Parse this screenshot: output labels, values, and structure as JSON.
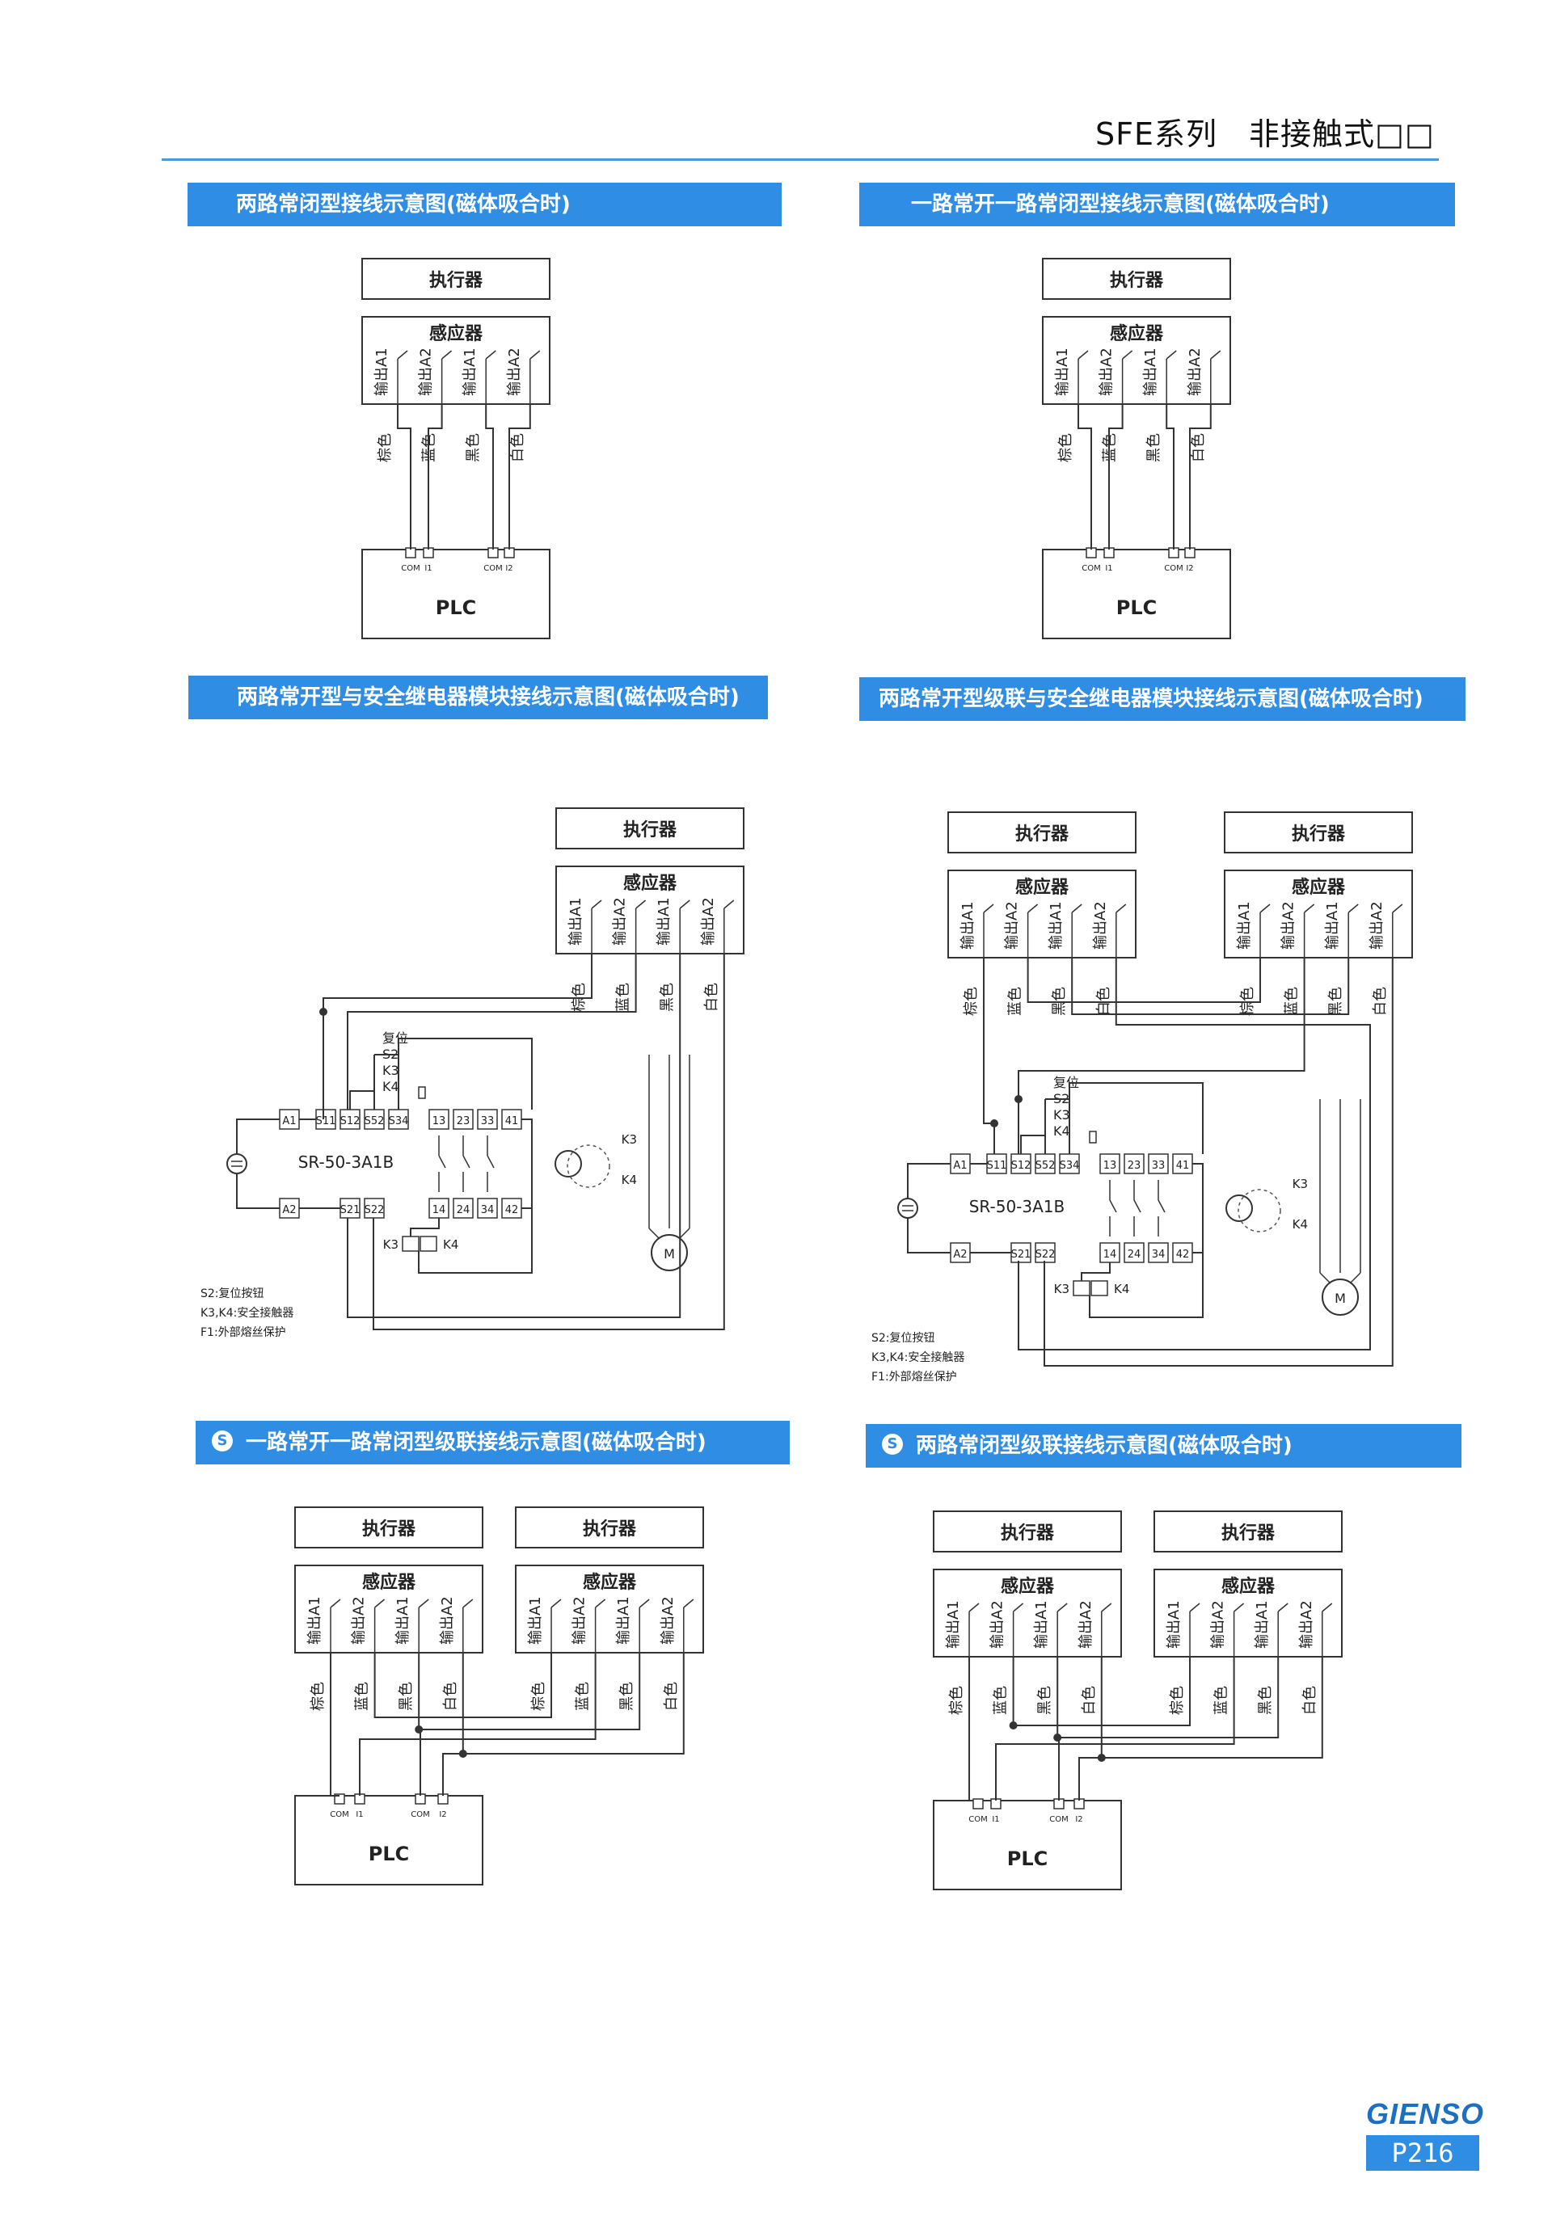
{
  "header": {
    "title": "SFE系列　非接触式□□"
  },
  "sections": [
    {
      "id": "s1",
      "title": "两路常闭型接线示意图(磁体吸合时)",
      "has_icon": false
    },
    {
      "id": "s2",
      "title": "一路常开一路常闭型接线示意图(磁体吸合时)",
      "has_icon": false
    },
    {
      "id": "s3",
      "title": "两路常开型与安全继电器模块接线示意图(磁体吸合时)",
      "has_icon": false
    },
    {
      "id": "s4",
      "title": "两路常开型级联与安全继电器模块接线示意图(磁体吸合时)",
      "has_icon": false
    },
    {
      "id": "s5",
      "title": "一路常开一路常闭型级联接线示意图(磁体吸合时)",
      "has_icon": true
    },
    {
      "id": "s6",
      "title": "两路常闭型级联接线示意图(磁体吸合时)",
      "has_icon": true
    }
  ],
  "section_icon": "S",
  "labels": {
    "actuator": "执行器",
    "sensor": "感应器",
    "outputs": [
      "输出A1",
      "输出A2",
      "输出A1",
      "输出A2"
    ],
    "wire_colors": [
      "棕色",
      "蓝色",
      "黑色",
      "白色"
    ],
    "plc": "PLC",
    "plc_terms": [
      "COM",
      "I1",
      "COM",
      "I2"
    ],
    "relay_model": "SR-50-3A1B",
    "relay_top_terms": [
      "A1",
      "S11",
      "S12",
      "S52",
      "S34",
      "13",
      "23",
      "33",
      "41"
    ],
    "relay_bottom_left": [
      "A2",
      "S21",
      "S22"
    ],
    "relay_bottom_right": [
      "14",
      "24",
      "34",
      "42"
    ],
    "reset": "复位",
    "s2": "S2",
    "k3": "K3",
    "k4": "K4",
    "motor": "M",
    "notes": [
      "S2:复位按钮",
      "K3,K4:安全接触器",
      "F1:外部熔丝保护"
    ]
  },
  "footer": {
    "brand": "GIENSO",
    "page": "P216"
  }
}
